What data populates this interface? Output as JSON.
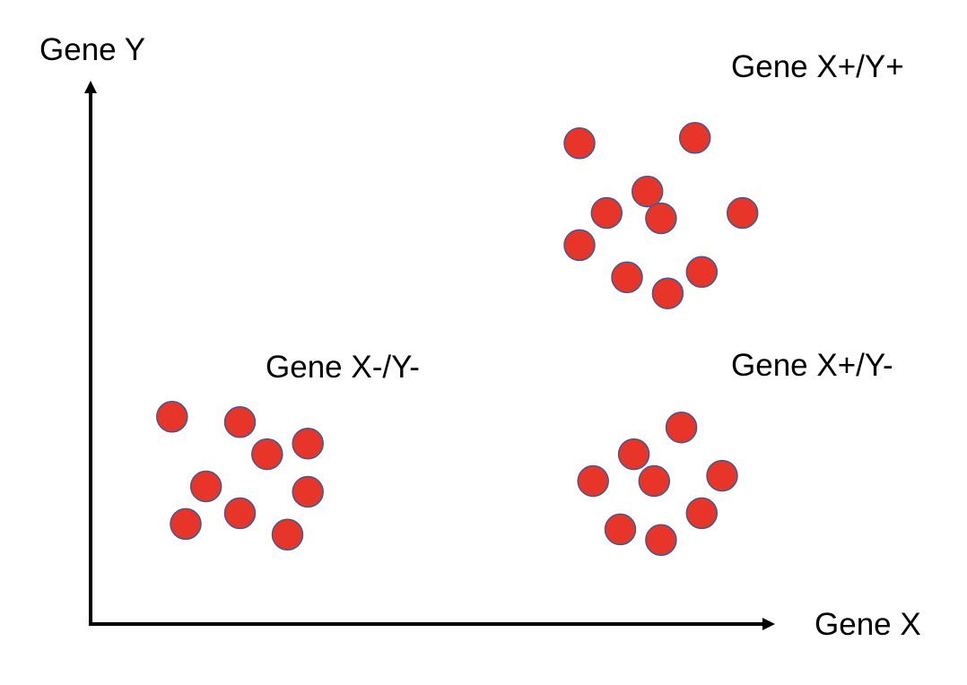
{
  "chart_data": {
    "type": "scatter",
    "title": "",
    "xlabel": "Gene X",
    "ylabel": "Gene Y",
    "xlim": [
      0,
      100
    ],
    "ylim": [
      0,
      100
    ],
    "grid": false,
    "legend": "none",
    "colors": {
      "point_fill": "#e8352a",
      "point_stroke": "#3d5a96",
      "axis": "#000000"
    },
    "clusters": [
      {
        "label": "Gene X-/Y-",
        "points": [
          {
            "x": 12,
            "y": 39
          },
          {
            "x": 22,
            "y": 38
          },
          {
            "x": 26,
            "y": 32
          },
          {
            "x": 32,
            "y": 34
          },
          {
            "x": 17,
            "y": 26
          },
          {
            "x": 32,
            "y": 25
          },
          {
            "x": 22,
            "y": 21
          },
          {
            "x": 14,
            "y": 19
          },
          {
            "x": 29,
            "y": 17
          }
        ]
      },
      {
        "label": "Gene X+/Y+",
        "points": [
          {
            "x": 72,
            "y": 90
          },
          {
            "x": 89,
            "y": 91
          },
          {
            "x": 82,
            "y": 81
          },
          {
            "x": 76,
            "y": 77
          },
          {
            "x": 84,
            "y": 76
          },
          {
            "x": 96,
            "y": 77
          },
          {
            "x": 72,
            "y": 71
          },
          {
            "x": 90,
            "y": 66
          },
          {
            "x": 79,
            "y": 65
          },
          {
            "x": 85,
            "y": 62
          }
        ]
      },
      {
        "label": "Gene X+/Y-",
        "points": [
          {
            "x": 87,
            "y": 37
          },
          {
            "x": 80,
            "y": 32
          },
          {
            "x": 74,
            "y": 27
          },
          {
            "x": 83,
            "y": 27
          },
          {
            "x": 93,
            "y": 28
          },
          {
            "x": 90,
            "y": 21
          },
          {
            "x": 78,
            "y": 18
          },
          {
            "x": 84,
            "y": 16
          }
        ]
      }
    ]
  }
}
